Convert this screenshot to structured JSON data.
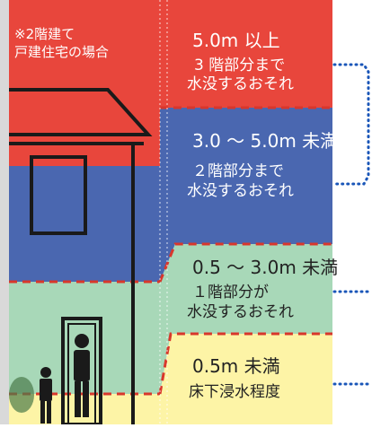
{
  "colors": {
    "level_5m_plus": "#e8463c",
    "level_3_5m": "#4a67b0",
    "level_05_3m": "#a8d8b8",
    "level_under_05m": "#fdf4a6",
    "house_line": "#1a1a1a",
    "dash": "#d8372c",
    "dots": "#1a56b8"
  },
  "note": {
    "line1": "※2階建て",
    "line2": "戸建住宅の場合"
  },
  "levels": [
    {
      "id": "5m_plus",
      "depth": "5.0m 以上",
      "desc1": "3 階部分まで",
      "desc2": "水没するおそれ"
    },
    {
      "id": "3_5m",
      "depth": "3.0 ～ 5.0m 未満",
      "desc1": "２階部分まで",
      "desc2": "水没するおそれ"
    },
    {
      "id": "05_3m",
      "depth": "0.5 ～ 3.0m 未満",
      "desc1": "１階部分が",
      "desc2": "水没するおそれ"
    },
    {
      "id": "under_05m",
      "depth": "0.5m 未満",
      "desc1": "床下浸水程度"
    }
  ]
}
